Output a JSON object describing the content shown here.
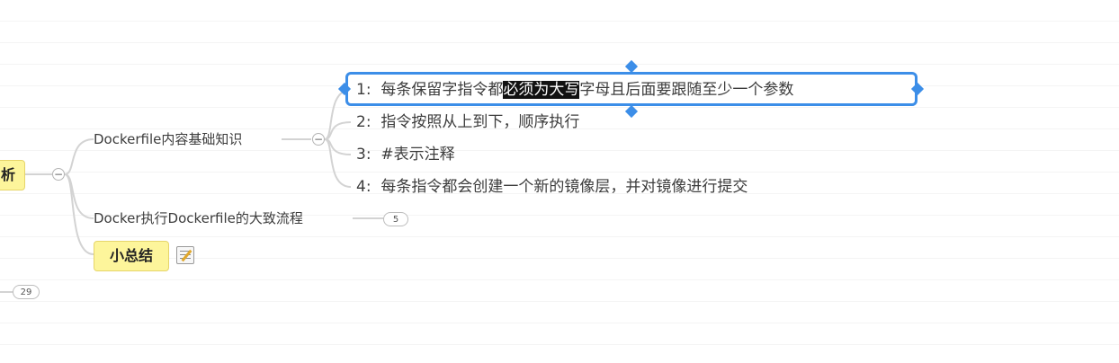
{
  "mindmap": {
    "parent_partial_label": "析",
    "branch_basics": "Dockerfile内容基础知识",
    "branch_flow": "Docker执行Dockerfile的大致流程",
    "branch_flow_count": "5",
    "summary_node": "小总结",
    "bottom_count": "29",
    "collapse_symbol": "−",
    "items": [
      {
        "num": "1:",
        "pre": "每条保留字指令都",
        "highlight": "必须为大写",
        "post": "字母且后面要跟随至少一个参数"
      },
      {
        "num": "2:",
        "text": "指令按照从上到下，顺序执行"
      },
      {
        "num": "3:",
        "text": "#表示注释"
      },
      {
        "num": "4:",
        "text": "每条指令都会创建一个新的镜像层，并对镜像进行提交"
      }
    ]
  },
  "colors": {
    "selection": "#3c8ee8",
    "topic_fill": "#fdf59b",
    "link": "#d0d0d0"
  },
  "icons": {
    "note": "note-icon"
  }
}
